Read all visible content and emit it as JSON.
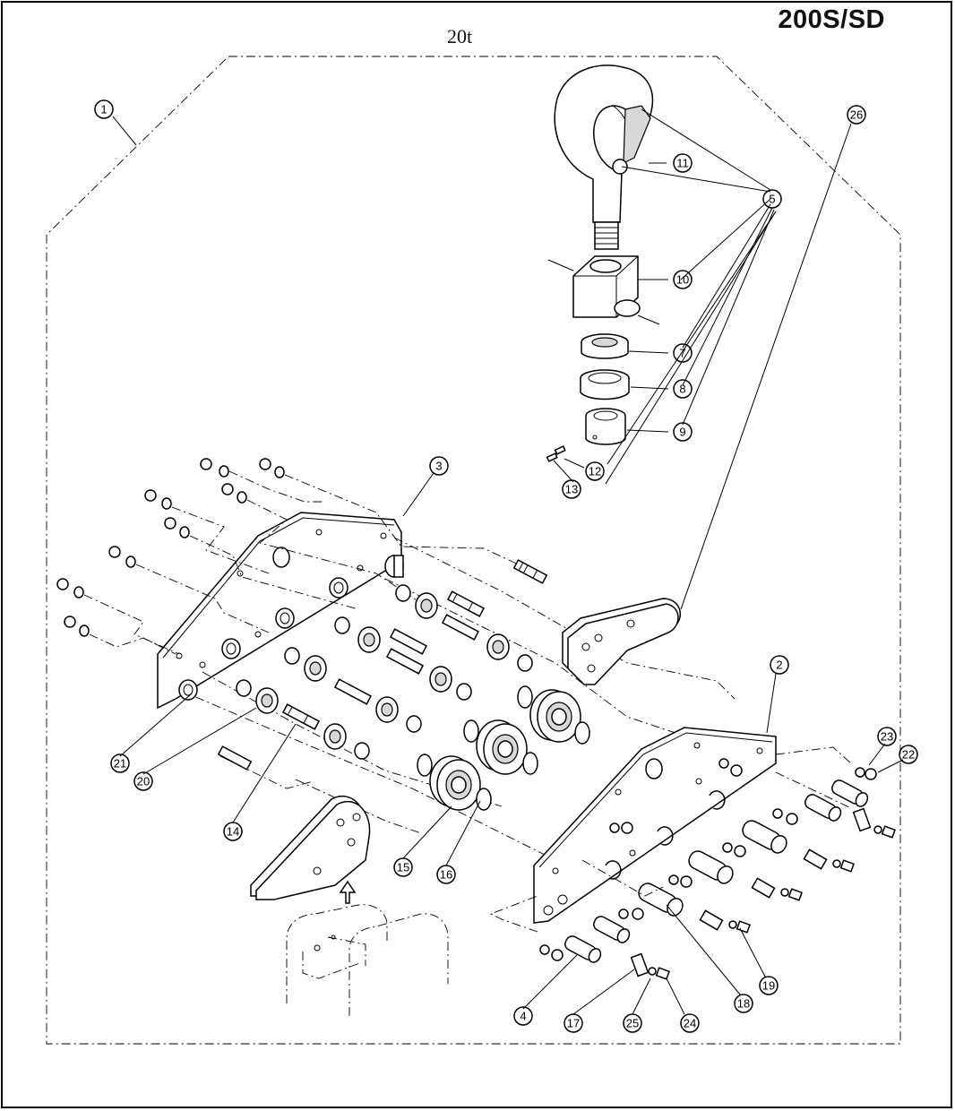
{
  "header": {
    "model_code": "200S/SD",
    "capacity": "20t"
  },
  "callouts": [
    {
      "id": "1",
      "label": "1"
    },
    {
      "id": "2",
      "label": "2"
    },
    {
      "id": "3",
      "label": "3"
    },
    {
      "id": "4",
      "label": "4"
    },
    {
      "id": "5",
      "label": "5"
    },
    {
      "id": "7",
      "label": "7"
    },
    {
      "id": "8",
      "label": "8"
    },
    {
      "id": "9",
      "label": "9"
    },
    {
      "id": "10",
      "label": "10"
    },
    {
      "id": "11",
      "label": "11"
    },
    {
      "id": "12",
      "label": "12"
    },
    {
      "id": "13",
      "label": "13"
    },
    {
      "id": "14",
      "label": "14"
    },
    {
      "id": "15",
      "label": "15"
    },
    {
      "id": "16",
      "label": "16"
    },
    {
      "id": "17",
      "label": "17"
    },
    {
      "id": "18",
      "label": "18"
    },
    {
      "id": "19",
      "label": "19"
    },
    {
      "id": "20",
      "label": "20"
    },
    {
      "id": "21",
      "label": "21"
    },
    {
      "id": "22",
      "label": "22"
    },
    {
      "id": "23",
      "label": "23"
    },
    {
      "id": "24",
      "label": "24"
    },
    {
      "id": "25",
      "label": "25"
    },
    {
      "id": "26",
      "label": "26"
    }
  ]
}
